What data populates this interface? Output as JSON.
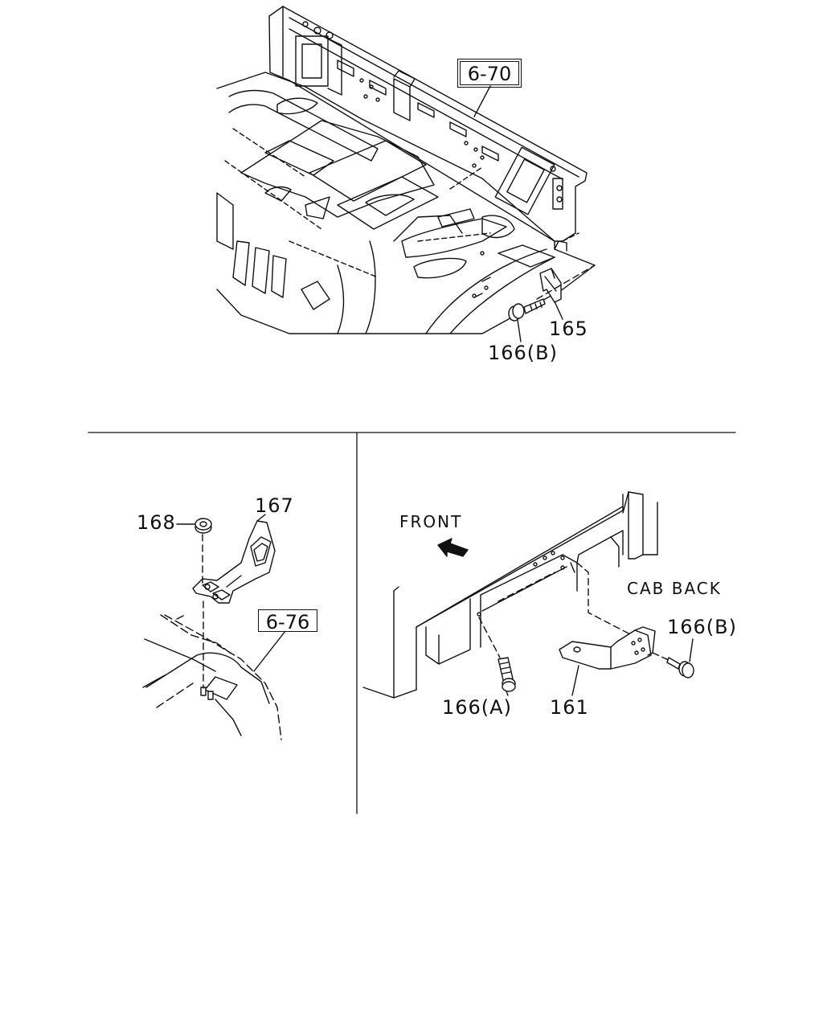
{
  "top_view": {
    "ref_box": "6-70",
    "callouts": [
      "165",
      "166(B)"
    ]
  },
  "bottom_left_view": {
    "ref_box": "6-76",
    "callouts": [
      "168",
      "167"
    ]
  },
  "bottom_right_view": {
    "direction_label": "FRONT",
    "area_label": "CAB BACK",
    "callouts": [
      "166(B)",
      "166(A)",
      "161"
    ]
  },
  "colors": {
    "ink": "#111111",
    "paper": "#ffffff"
  }
}
